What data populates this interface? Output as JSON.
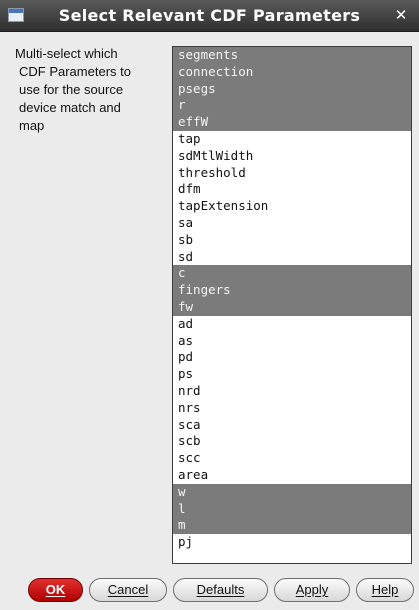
{
  "window": {
    "title": "Select Relevant CDF Parameters",
    "close_glyph": "✕"
  },
  "description": {
    "lines": [
      "Multi-select which",
      "CDF Parameters to",
      "use for the source",
      "device match and",
      "map"
    ]
  },
  "parameters": [
    {
      "label": "segments",
      "selected": true
    },
    {
      "label": "connection",
      "selected": true
    },
    {
      "label": "psegs",
      "selected": true
    },
    {
      "label": "r",
      "selected": true
    },
    {
      "label": "effW",
      "selected": true
    },
    {
      "label": "tap",
      "selected": false
    },
    {
      "label": "sdMtlWidth",
      "selected": false
    },
    {
      "label": "threshold",
      "selected": false
    },
    {
      "label": "dfm",
      "selected": false
    },
    {
      "label": "tapExtension",
      "selected": false
    },
    {
      "label": "sa",
      "selected": false
    },
    {
      "label": "sb",
      "selected": false
    },
    {
      "label": "sd",
      "selected": false
    },
    {
      "label": "c",
      "selected": true
    },
    {
      "label": "fingers",
      "selected": true
    },
    {
      "label": "fw",
      "selected": true
    },
    {
      "label": "ad",
      "selected": false
    },
    {
      "label": "as",
      "selected": false
    },
    {
      "label": "pd",
      "selected": false
    },
    {
      "label": "ps",
      "selected": false
    },
    {
      "label": "nrd",
      "selected": false
    },
    {
      "label": "nrs",
      "selected": false
    },
    {
      "label": "sca",
      "selected": false
    },
    {
      "label": "scb",
      "selected": false
    },
    {
      "label": "scc",
      "selected": false
    },
    {
      "label": "area",
      "selected": false
    },
    {
      "label": "w",
      "selected": true
    },
    {
      "label": "l",
      "selected": true
    },
    {
      "label": "m",
      "selected": true
    },
    {
      "label": "pj",
      "selected": false
    }
  ],
  "buttons": {
    "ok": "OK",
    "cancel": "Cancel",
    "defaults": "Defaults",
    "apply": "Apply",
    "help": "Help"
  },
  "colors": {
    "selection": "#7b7b7b",
    "ok_button": "#c00000",
    "titlebar": "#3a3a3a"
  }
}
